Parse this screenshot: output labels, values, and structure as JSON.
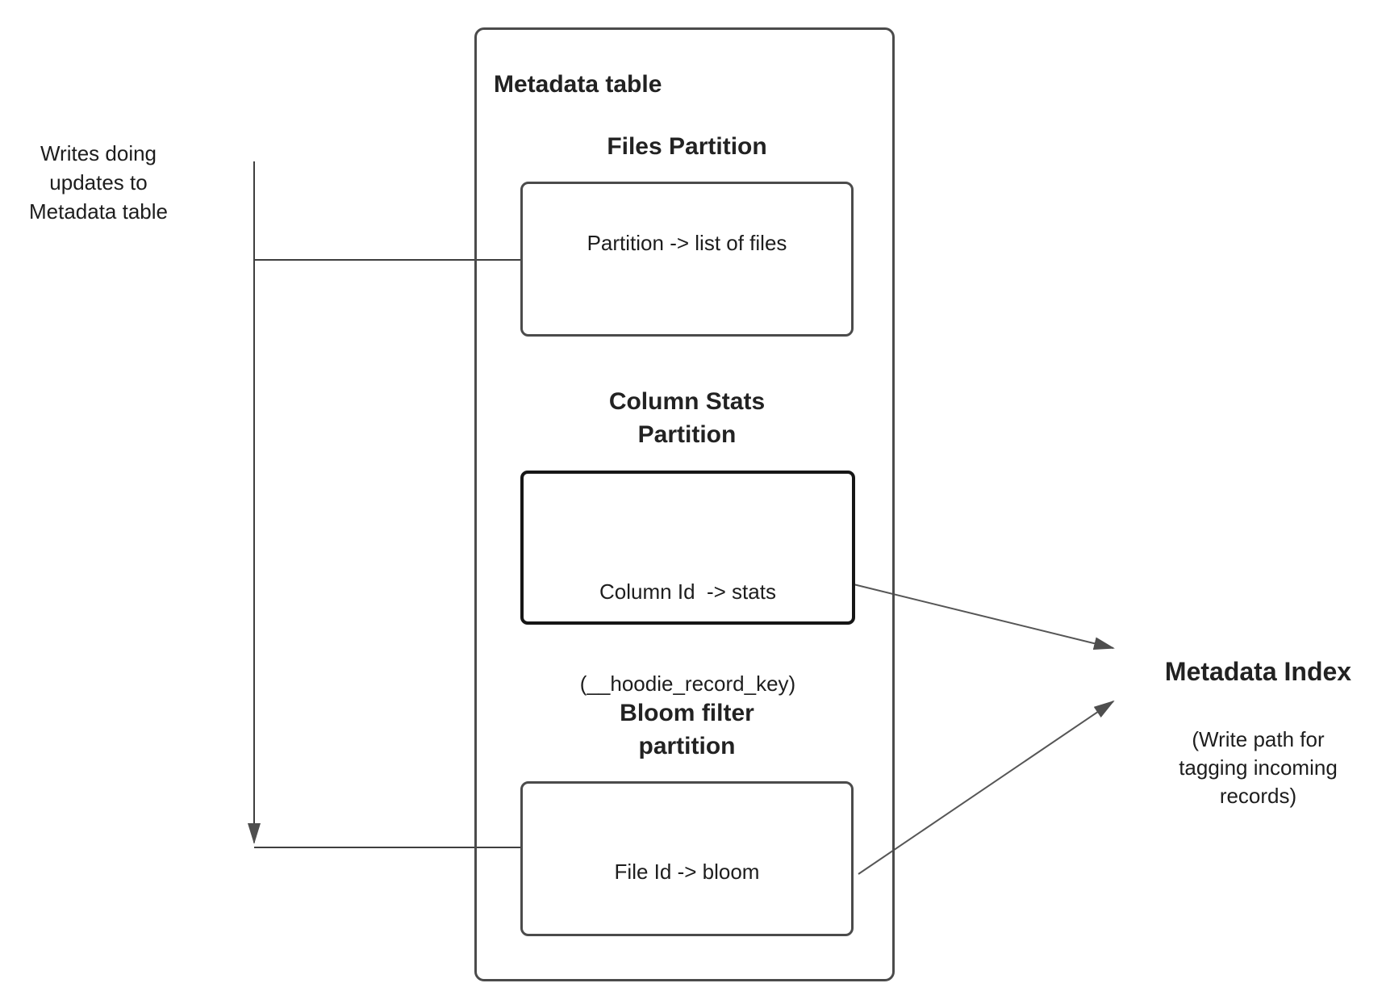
{
  "left_note": {
    "line1": "Writes doing",
    "line2": "updates to",
    "line3": "Metadata table"
  },
  "metadata_table": {
    "title": "Metadata table",
    "files_partition": {
      "heading": "Files Partition",
      "mapping": "Partition -> list of files"
    },
    "column_stats_partition": {
      "heading_line1": "Column Stats",
      "heading_line2": "Partition",
      "mapping_line1": "Column Id  -> stats",
      "mapping_line2": "(__hoodie_record_key)"
    },
    "bloom_filter_partition": {
      "heading_line1": "Bloom filter",
      "heading_line2": "partition",
      "mapping": "File Id -> bloom"
    }
  },
  "metadata_index": {
    "title": "Metadata Index",
    "note_line1": "(Write path for",
    "note_line2": "tagging incoming",
    "note_line3": "records)"
  },
  "colors": {
    "line": "#474747",
    "box_border": "#4b4b4b",
    "emphasis_border": "#161616",
    "text": "#1d1d1d",
    "bg": "#ffffff"
  }
}
